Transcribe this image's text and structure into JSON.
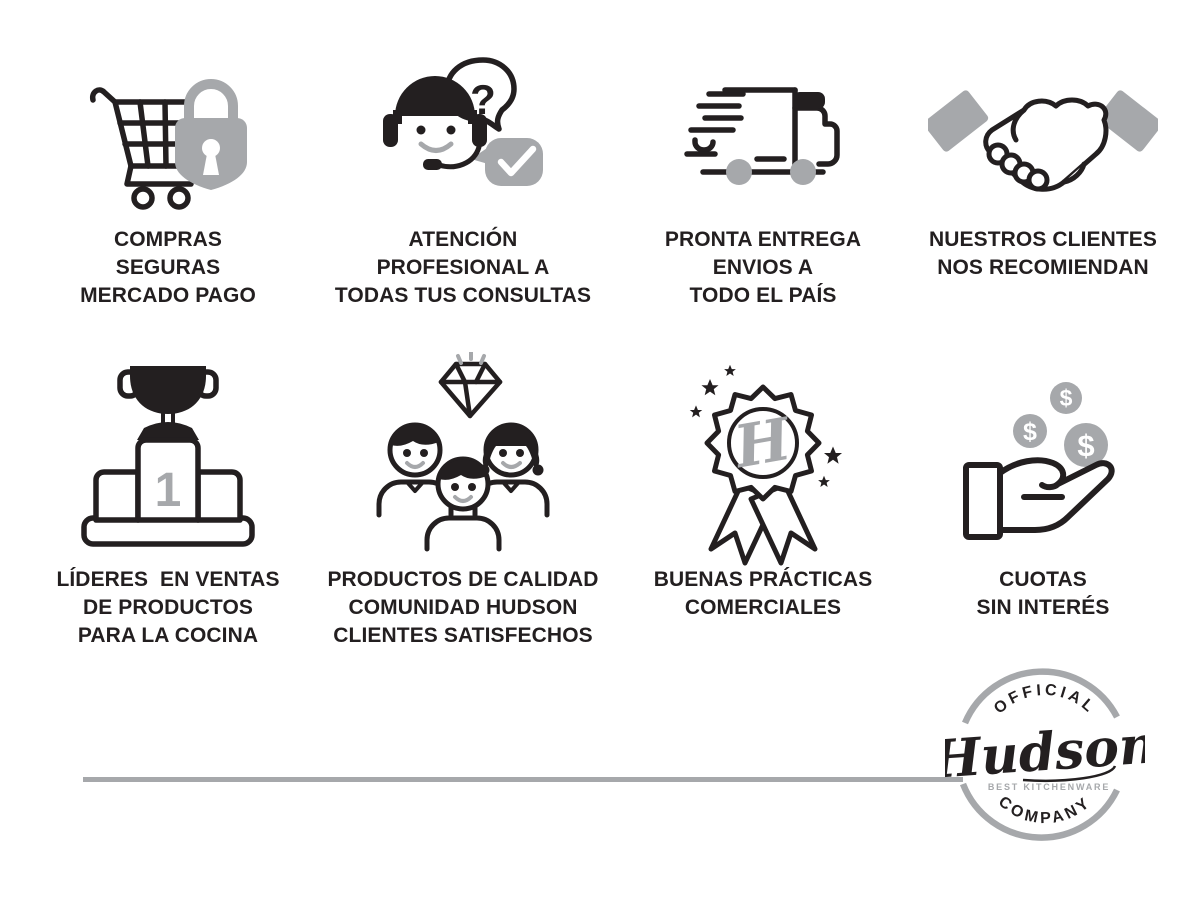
{
  "colors": {
    "ink": "#231f20",
    "gray": "#a6a8ab",
    "background": "#ffffff"
  },
  "features": [
    {
      "id": "secure-purchases",
      "icon": "cart-lock-icon",
      "lines": [
        "COMPRAS",
        "SEGURAS",
        "MERCADO PAGO"
      ]
    },
    {
      "id": "professional-support",
      "icon": "support-agent-icon",
      "icon_glyph": "?",
      "lines": [
        "ATENCIÓN",
        "PROFESIONAL A",
        "TODAS TUS CONSULTAS"
      ]
    },
    {
      "id": "fast-delivery",
      "icon": "delivery-truck-icon",
      "lines": [
        "PRONTA ENTREGA",
        "ENVIOS A",
        "TODO EL PAÍS"
      ]
    },
    {
      "id": "clients-recommend",
      "icon": "handshake-icon",
      "lines": [
        "NUESTROS CLIENTES",
        "NOS RECOMIENDAN"
      ]
    },
    {
      "id": "sales-leaders",
      "icon": "trophy-podium-icon",
      "icon_rank": "1",
      "lines": [
        "LÍDERES  EN VENTAS",
        "DE PRODUCTOS",
        "PARA LA COCINA"
      ]
    },
    {
      "id": "quality-products",
      "icon": "community-diamond-icon",
      "lines": [
        "PRODUCTOS DE CALIDAD",
        "COMUNIDAD HUDSON",
        "CLIENTES SATISFECHOS"
      ]
    },
    {
      "id": "good-practices",
      "icon": "award-ribbon-icon",
      "icon_monogram": "H",
      "lines": [
        "BUENAS PRÁCTICAS",
        "COMERCIALES"
      ]
    },
    {
      "id": "installments",
      "icon": "hand-coins-icon",
      "icon_currency": "$",
      "lines": [
        "CUOTAS",
        "SIN INTERÉS"
      ]
    }
  ],
  "logo": {
    "top_text": "OFFICIAL",
    "brand": "Hudson",
    "tagline": "BEST KITCHENWARE",
    "bottom_text": "COMPANY"
  }
}
